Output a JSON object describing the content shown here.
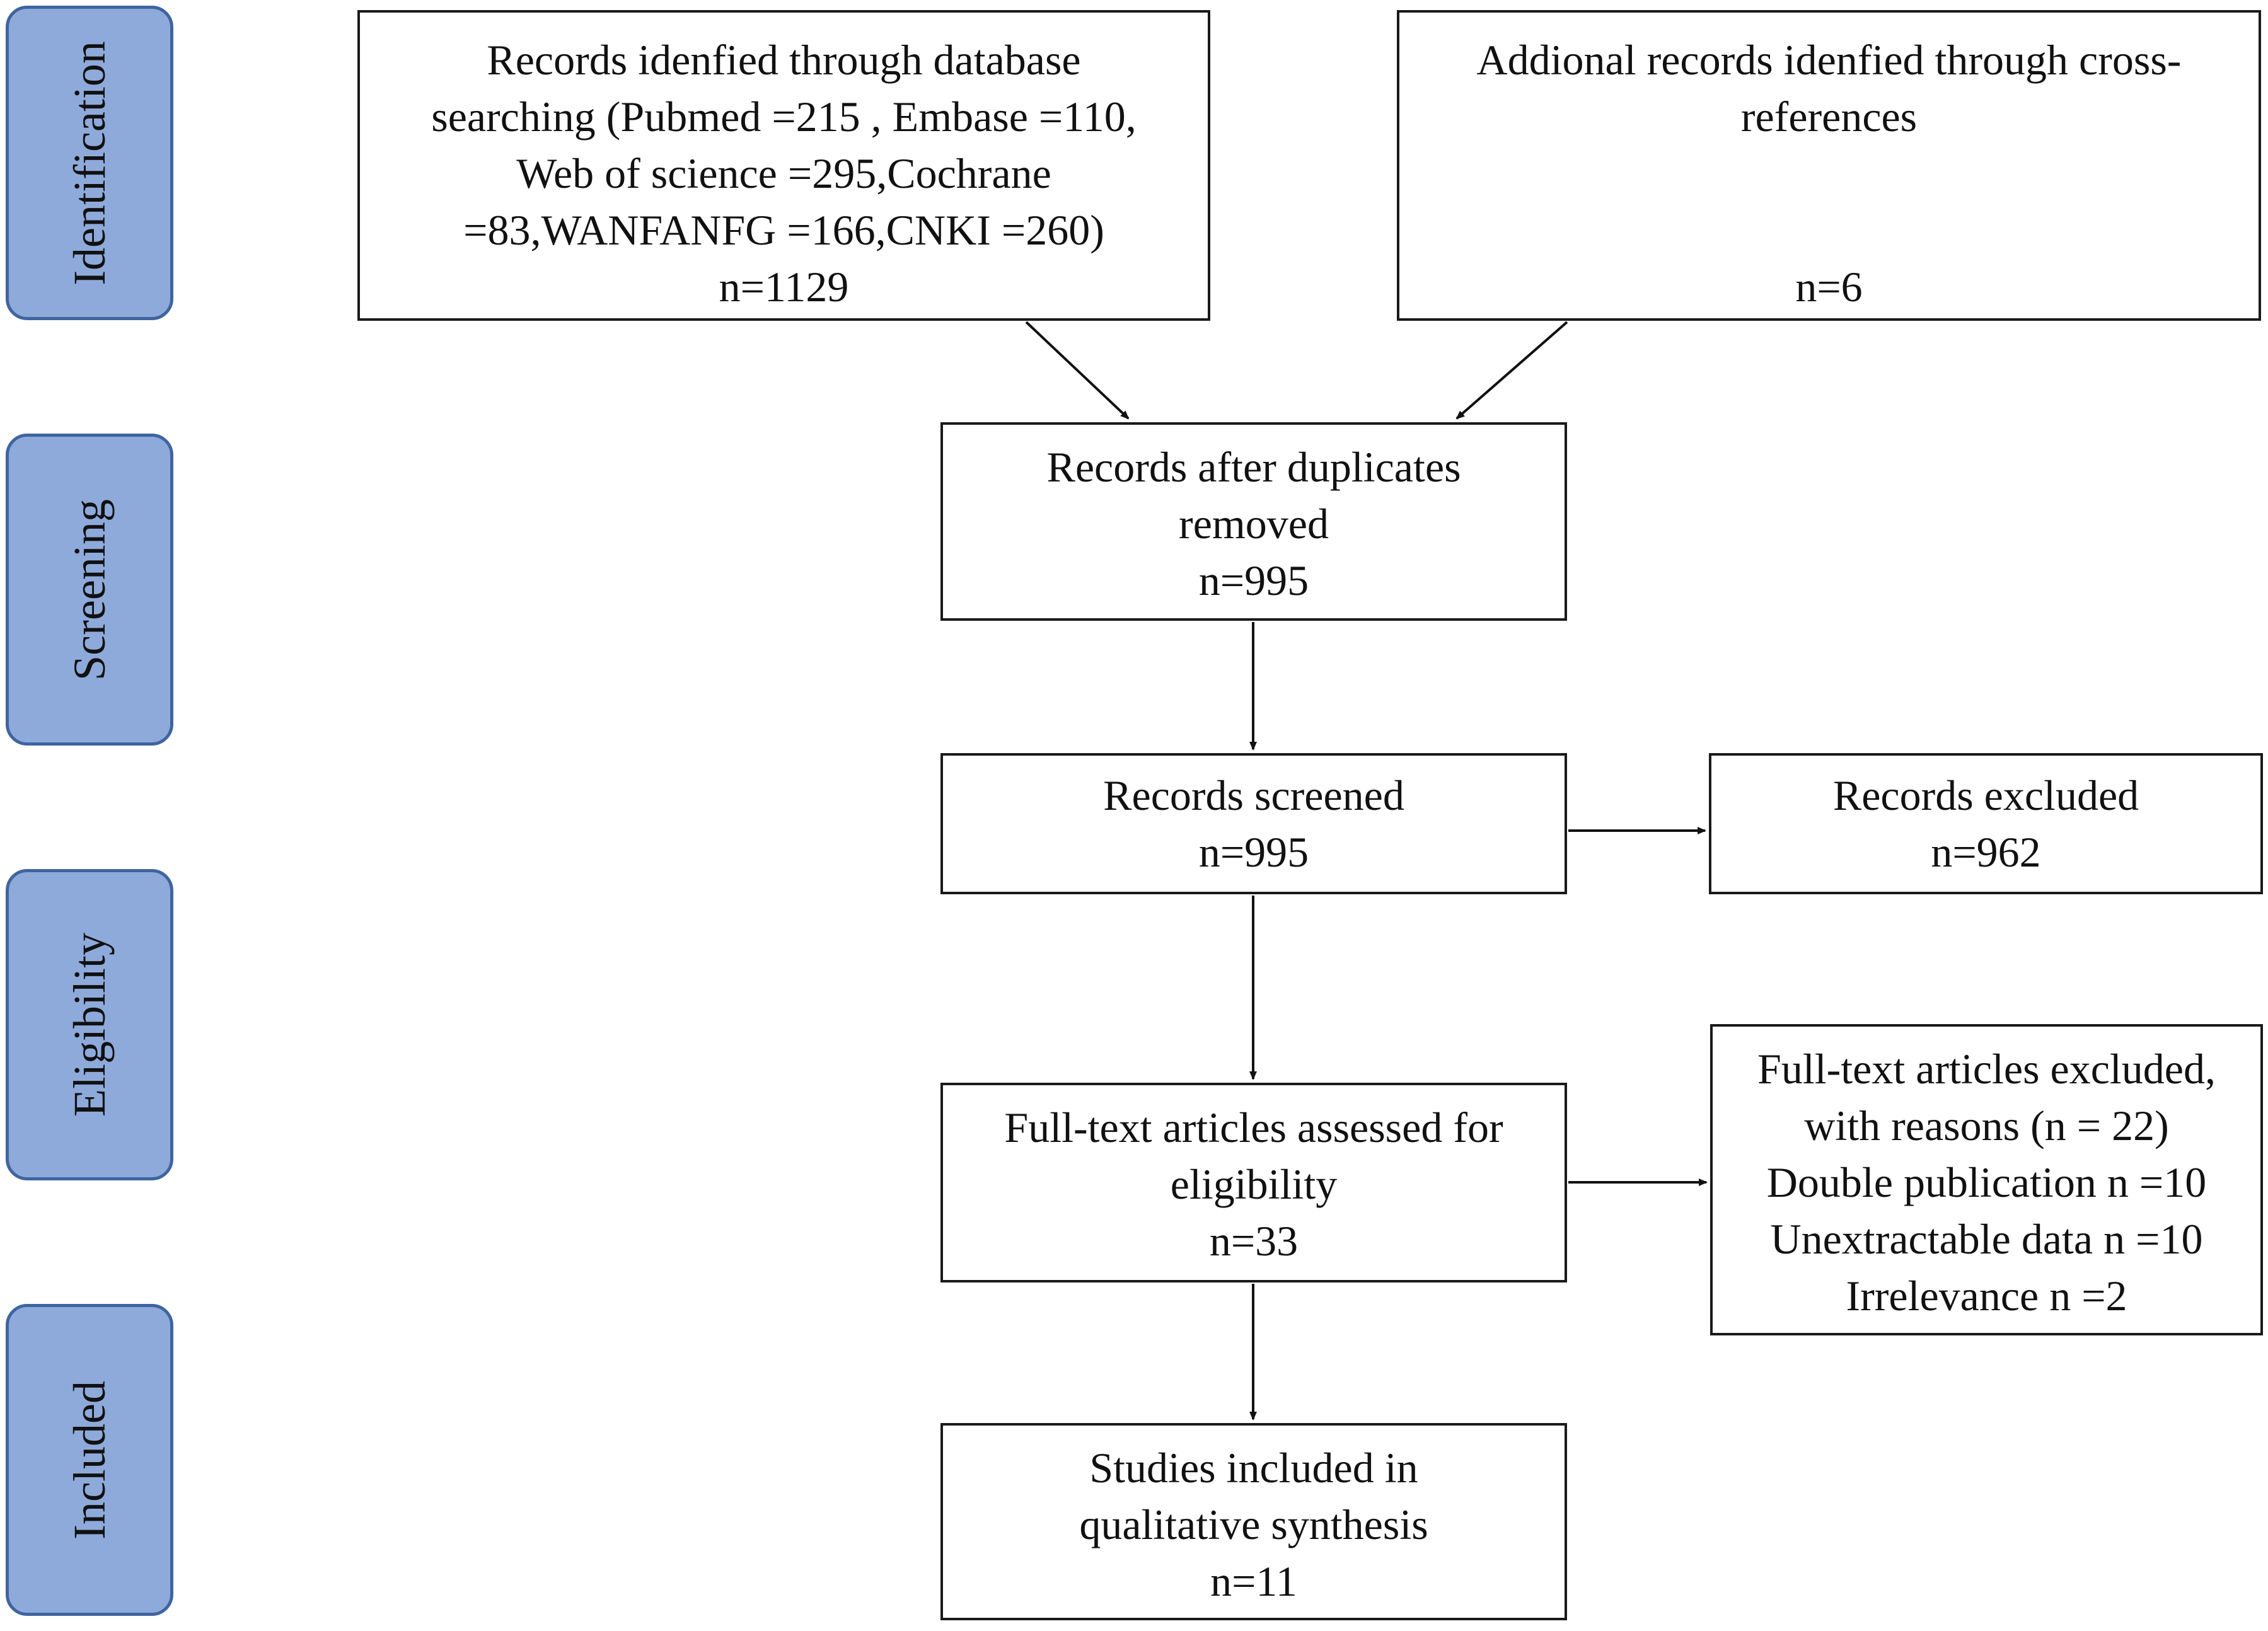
{
  "phases": {
    "identification": "Identification",
    "screening": "Screening",
    "eligibility": "Eligibility",
    "included": "Included"
  },
  "boxes": {
    "database_search": {
      "lines": [
        "Records idenfied through database",
        "searching (Pubmed =215 , Embase =110,",
        "Web of science  =295,Cochrane",
        "=83,WANFANFG =166,CNKI =260)",
        "n=1129"
      ]
    },
    "cross_references": {
      "lines": [
        "Addional records idenfied through cross-",
        "references"
      ],
      "count": "n=6"
    },
    "after_duplicates": {
      "lines": [
        "Records after duplicates",
        "removed",
        "n=995"
      ]
    },
    "screened": {
      "lines": [
        "Records screened",
        "n=995"
      ]
    },
    "excluded": {
      "lines": [
        "Records excluded",
        "n=962"
      ]
    },
    "fulltext_assessed": {
      "lines": [
        "Full-text articles assessed for",
        "eligibility",
        "n=33"
      ]
    },
    "fulltext_excluded": {
      "lines": [
        "Full-text articles excluded,",
        "with reasons (n = 22)",
        "Double publication n =10",
        "Unextractable data n =10",
        "Irrelevance n =2"
      ]
    },
    "included": {
      "lines": [
        "Studies included in",
        "qualitative synthesis",
        "n=11"
      ]
    }
  }
}
